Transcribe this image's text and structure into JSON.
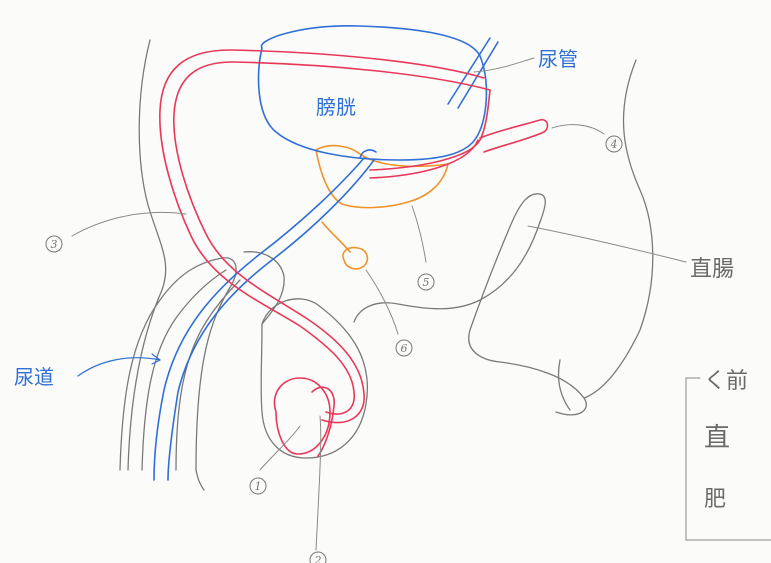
{
  "labels": {
    "bladder": "膀胱",
    "ureter": "尿管",
    "urethra": "尿道",
    "rectum": "直腸"
  },
  "numbers": [
    "1",
    "2",
    "3",
    "4",
    "5",
    "6"
  ],
  "note": {
    "line1": "く前",
    "line2": "直",
    "line3": "肥"
  },
  "colors": {
    "vas_deferens": "#e8385a",
    "urinary_tract": "#2f6fd6",
    "glands": "#f0932a",
    "pencil": "#7a7a7a"
  }
}
